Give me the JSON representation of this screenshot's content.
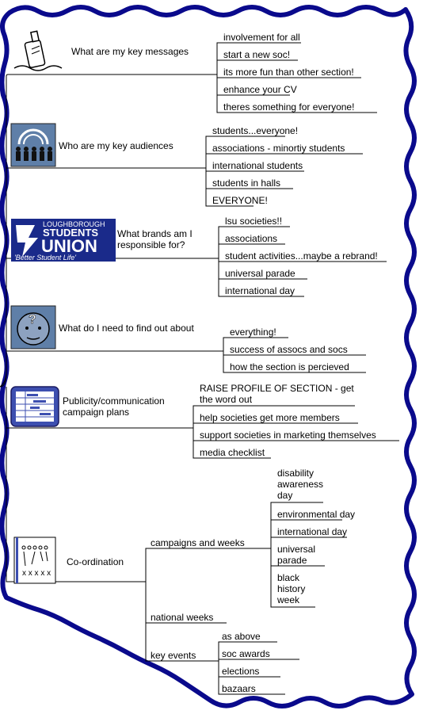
{
  "map": {
    "topics": [
      {
        "label": "What are my key messages",
        "icon": "message-in-bottle-icon",
        "items": [
          "involvement for all",
          "start a new soc!",
          "its more fun than other section!",
          "enhance your CV",
          "theres something for everyone!"
        ]
      },
      {
        "label": "Who are my key audiences",
        "icon": "audience-people-icon",
        "items": [
          "students...everyone!",
          "associations - minortiy students",
          "international students",
          "students in halls",
          "EVERYONE!"
        ]
      },
      {
        "label": "What brands am I responsible for?",
        "icon": "union-logo-icon",
        "logo": {
          "line1": "LOUGHBOROUGH",
          "line2": "STUDENTS",
          "line3": "UNION",
          "tagline": "'Better Student Life'"
        },
        "items": [
          "lsu societies!!",
          "associations",
          "student activities...maybe a rebrand!",
          "universal parade",
          "international day"
        ]
      },
      {
        "label": "What do I need to find out about",
        "icon": "question-face-icon",
        "items": [
          "everything!",
          "success of assocs and socs",
          "how the section is percieved"
        ]
      },
      {
        "label": "Publicity/communication campaign plans",
        "icon": "gantt-plan-icon",
        "items": [
          "RAISE PROFILE OF SECTION - get the word out",
          "help societies get more members",
          "support societies in marketing themselves",
          "media checklist"
        ]
      },
      {
        "label": "Co-ordination",
        "icon": "play-diagram-icon",
        "children": [
          {
            "label": "campaigns and weeks",
            "items": [
              "disability awareness day",
              "environmental day",
              "international day",
              "universal parade",
              "black history week"
            ]
          },
          {
            "label": "national weeks",
            "items": []
          },
          {
            "label": "key events",
            "items": [
              "as above",
              "soc awards",
              "elections",
              "bazaars"
            ]
          }
        ]
      }
    ]
  },
  "colors": {
    "border": "#0a0a8c",
    "line": "#000000",
    "icon_bg": "#5f7fa8",
    "logo_bg": "#1a2a8a"
  }
}
